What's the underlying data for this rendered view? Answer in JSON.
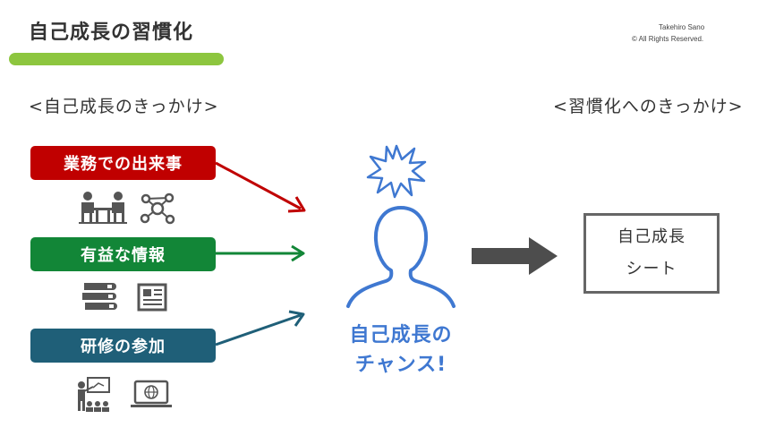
{
  "title": "自己成長の習慣化",
  "credit": {
    "author": "Takehiro Sano",
    "rights": "©  All Rights Reserved."
  },
  "sections": {
    "left": "<自己成長のきっかけ>",
    "right": "<習慣化へのきっかけ>"
  },
  "triggers": [
    {
      "label": "業務での出来事",
      "color": "#c00000",
      "icons": [
        "meeting-icon",
        "network-icon"
      ]
    },
    {
      "label": "有益な情報",
      "color": "#128637",
      "icons": [
        "books-icon",
        "newspaper-icon"
      ]
    },
    {
      "label": "研修の参加",
      "color": "#1f5f78",
      "icons": [
        "lecture-icon",
        "online-learning-icon"
      ]
    }
  ],
  "chance": {
    "line1": "自己成長の",
    "line2": "チャンス!"
  },
  "sheet": {
    "line1": "自己成長",
    "line2": "シート"
  }
}
